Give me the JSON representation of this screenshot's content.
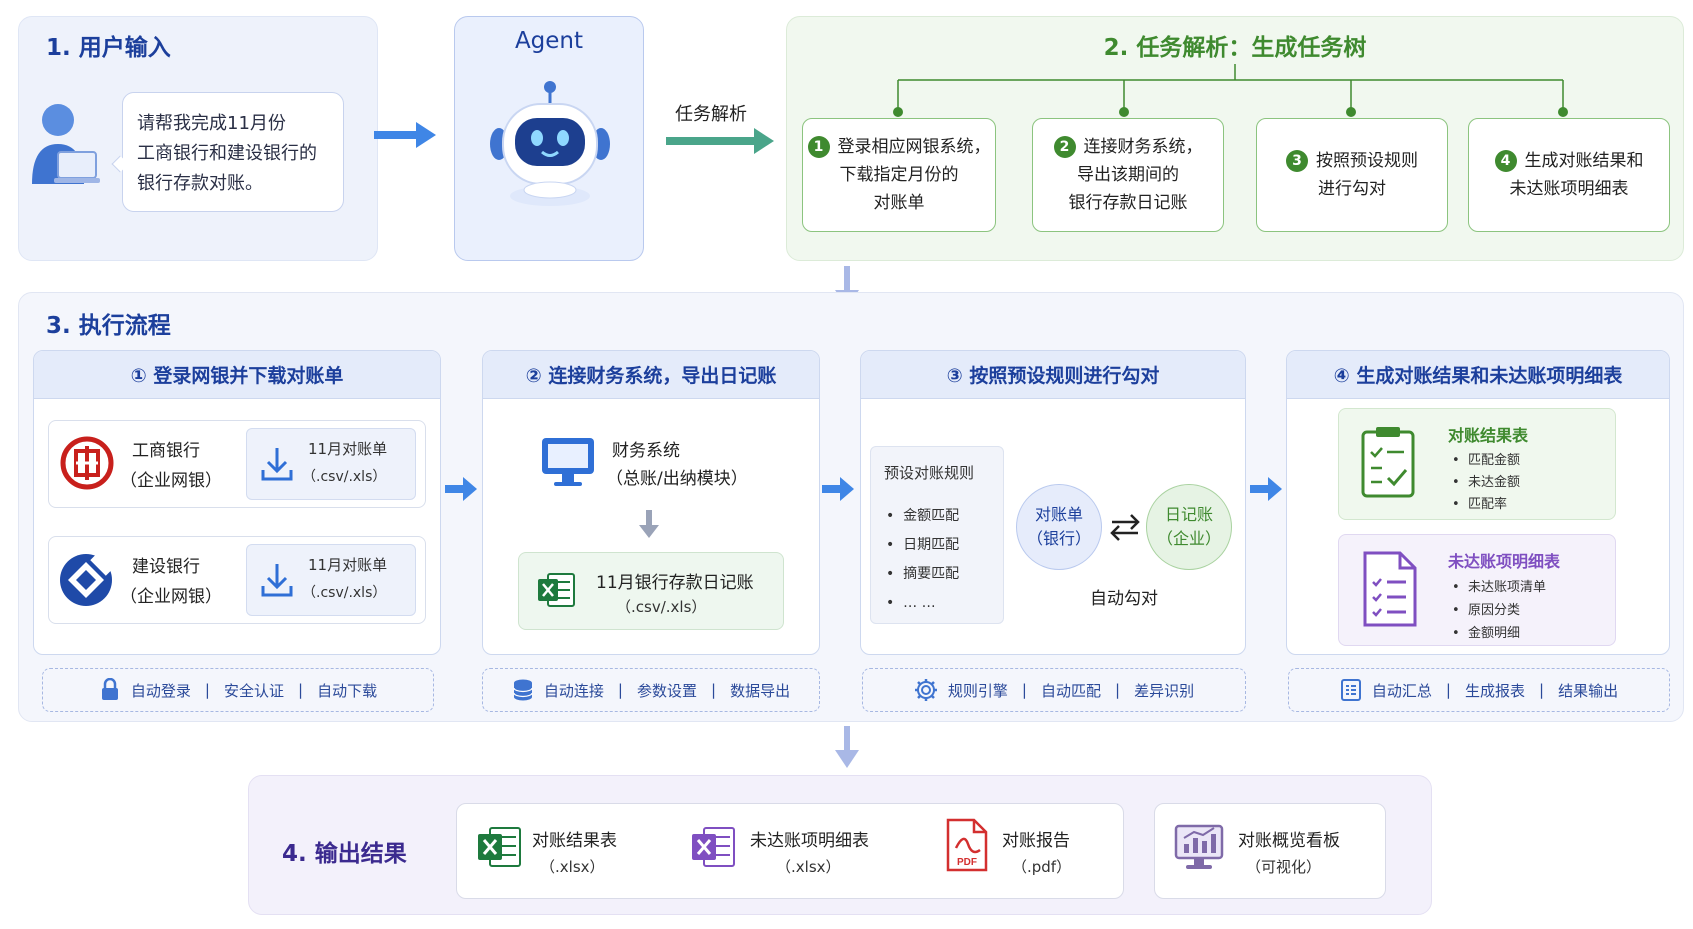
{
  "section1": {
    "title": "1. 用户输入",
    "bubble_line1": "请帮我完成11月份",
    "bubble_line2": "工商银行和建设银行的",
    "bubble_line3": "银行存款对账。"
  },
  "agent": {
    "title": "Agent"
  },
  "arrow_label": "任务解析",
  "section2": {
    "title": "2. 任务解析：生成任务树",
    "tasks": [
      {
        "num": "1",
        "line1": "登录相应网银系统，",
        "line2": "下载指定月份的",
        "line3": "对账单"
      },
      {
        "num": "2",
        "line1": "连接财务系统，",
        "line2": "导出该期间的",
        "line3": "银行存款日记账"
      },
      {
        "num": "3",
        "line1": "按照预设规则",
        "line2": "进行勾对"
      },
      {
        "num": "4",
        "line1": "生成对账结果和",
        "line2": "未达账项明细表"
      }
    ]
  },
  "section3": {
    "title": "3. 执行流程",
    "col1": {
      "head": "① 登录网银并下载对账单",
      "bank1_name": "工商银行",
      "bank1_sub": "（企业网银）",
      "bank1_file": "11月对账单",
      "bank1_fmt": "（.csv/.xls）",
      "bank2_name": "建设银行",
      "bank2_sub": "（企业网银）",
      "bank2_file": "11月对账单",
      "bank2_fmt": "（.csv/.xls）",
      "footer": [
        "自动登录",
        "安全认证",
        "自动下载"
      ]
    },
    "col2": {
      "head": "② 连接财务系统，导出日记账",
      "sys_name": "财务系统",
      "sys_sub": "（总账/出纳模块）",
      "file_name": "11月银行存款日记账",
      "file_fmt": "（.csv/.xls）",
      "footer": [
        "自动连接",
        "参数设置",
        "数据导出"
      ]
    },
    "col3": {
      "head": "③ 按照预设规则进行勾对",
      "rules_title": "预设对账规则",
      "rules": [
        "金额匹配",
        "日期匹配",
        "摘要匹配",
        "… …"
      ],
      "left_circle_1": "对账单",
      "left_circle_2": "（银行）",
      "right_circle_1": "日记账",
      "right_circle_2": "（企业）",
      "match_label": "自动勾对",
      "footer": [
        "规则引擎",
        "自动匹配",
        "差异识别"
      ]
    },
    "col4": {
      "head": "④ 生成对账结果和未达账项明细表",
      "result_title": "对账结果表",
      "result_items": [
        "匹配金额",
        "未达金额",
        "匹配率"
      ],
      "detail_title": "未达账项明细表",
      "detail_items": [
        "未达账项清单",
        "原因分类",
        "金额明细"
      ],
      "footer": [
        "自动汇总",
        "生成报表",
        "结果输出"
      ]
    }
  },
  "section4": {
    "title": "4. 输出结果",
    "items": [
      {
        "name": "对账结果表",
        "fmt": "（.xlsx）"
      },
      {
        "name": "未达账项明细表",
        "fmt": "（.xlsx）"
      },
      {
        "name": "对账报告",
        "fmt": "（.pdf）"
      },
      {
        "name": "对账概览看板",
        "fmt": "（可视化）"
      }
    ]
  },
  "colors": {
    "blue_title": "#1c3f9c",
    "green_title": "#3f8a2f",
    "purple_title": "#3b2a8f",
    "arrow_blue": "#3f86e6",
    "arrow_green": "#4aa58a"
  }
}
